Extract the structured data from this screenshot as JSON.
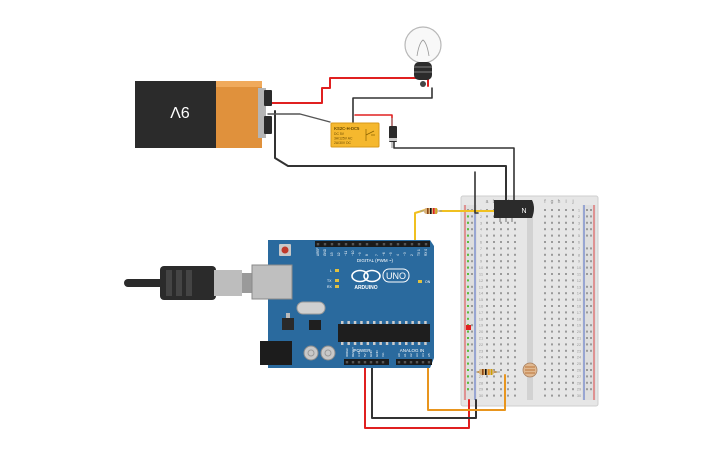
{
  "battery": {
    "label": "9V"
  },
  "relay": {
    "lines": [
      "KS2C-H-DC5",
      "DC 5V",
      "3A/125V AC",
      "2A/30V DC"
    ]
  },
  "transistor": {
    "label": "N"
  },
  "arduino": {
    "brand": "ARDUINO",
    "model": "UNO",
    "digital_label": "DIGITAL (PWM ~)",
    "power_label": "POWER",
    "analog_label": "ANALOG IN",
    "on_label": "ON",
    "l_label": "L",
    "tx_label": "TX",
    "rx_label": "RX",
    "digital_pins": [
      "AREF",
      "GND",
      "13",
      "12",
      "~11",
      "~10",
      "~9",
      "8",
      "7",
      "~6",
      "~5",
      "4",
      "~3",
      "2",
      "TX 1",
      "RX 0"
    ],
    "power_pins": [
      "IOREF",
      "RESET",
      "3.3V",
      "5V",
      "GND",
      "GND",
      "Vin"
    ],
    "analog_pins": [
      "A0",
      "A1",
      "A2",
      "A3",
      "A4",
      "A5"
    ]
  },
  "breadboard": {
    "columns": [
      "a",
      "b",
      "c",
      "d",
      "e",
      "f",
      "g",
      "h",
      "i",
      "j"
    ],
    "rows": [
      "1",
      "2",
      "3",
      "4",
      "5",
      "6",
      "7",
      "8",
      "9",
      "10",
      "11",
      "12",
      "13",
      "14",
      "15",
      "16",
      "17",
      "18",
      "19",
      "20",
      "21",
      "22",
      "23",
      "24",
      "25",
      "26",
      "27",
      "28",
      "29",
      "30"
    ]
  },
  "colors": {
    "arduino_blue": "#2a6a9e",
    "wire_red": "#e02020",
    "wire_black": "#333333",
    "wire_orange": "#e8951e",
    "wire_yellow": "#f0c020",
    "battery_orange": "#e0913c",
    "battery_body": "#2b2b2b",
    "relay_yellow": "#f5b82e",
    "breadboard": "#e7e7e7"
  }
}
